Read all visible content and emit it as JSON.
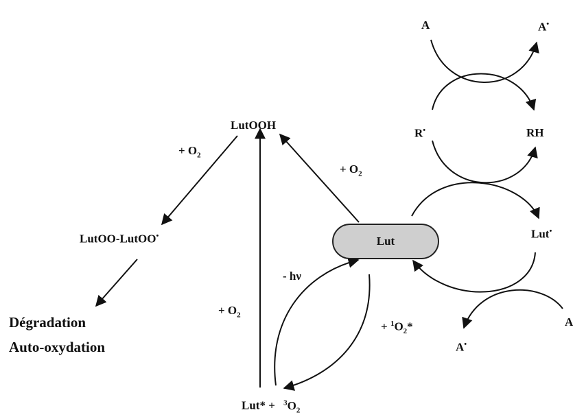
{
  "nodes": {
    "lut": "Lut",
    "lutooh": "LutOOH",
    "lutoo_lutoo": "LutOO-LutOO",
    "degradation": "Dégradation",
    "auto_oxydation": "Auto-oxydation",
    "lut_star": "Lut* +",
    "triplet_o2": "O",
    "a_top": "A",
    "a_rad_top": "A",
    "r_rad": "R",
    "rh": "RH",
    "lut_rad": "Lut",
    "a_right": "A",
    "a_rad_bottom": "A"
  },
  "labels": {
    "o2_lutooh_left": "+ O",
    "o2_lut_to_lutooh": "+ O",
    "o2_vertical": "+ O",
    "minus_hv": "- hν",
    "singlet_o2": "+ ",
    "singlet_o2_tail": "O"
  },
  "marks": {
    "radical_dot": "•",
    "o2_subscript": "2",
    "triplet_sup": "3",
    "singlet_sup": "1",
    "star": "*"
  }
}
